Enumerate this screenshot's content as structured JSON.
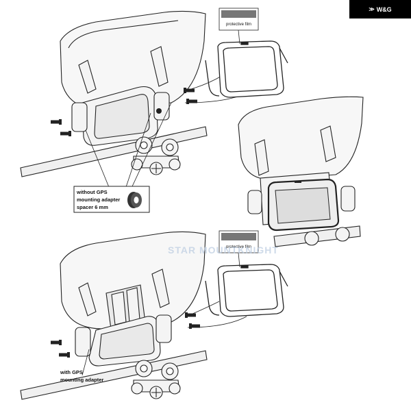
{
  "brand": {
    "text": "W&G",
    "icon": "wings-logo-icon"
  },
  "watermark": {
    "text": "STAR MOUNTKNIGHT"
  },
  "callouts": {
    "film_top": "protective film",
    "film_bottom": "protective film",
    "spacer": [
      "without GPS",
      "mounting adapter",
      "spacer 6 mm"
    ],
    "gps": [
      "with GPS",
      "mounting adapter"
    ]
  },
  "colors": {
    "line": "#222222",
    "fill_light": "#f2f2f2",
    "screen": "#e9e9e9",
    "film_bar": "#777777"
  }
}
